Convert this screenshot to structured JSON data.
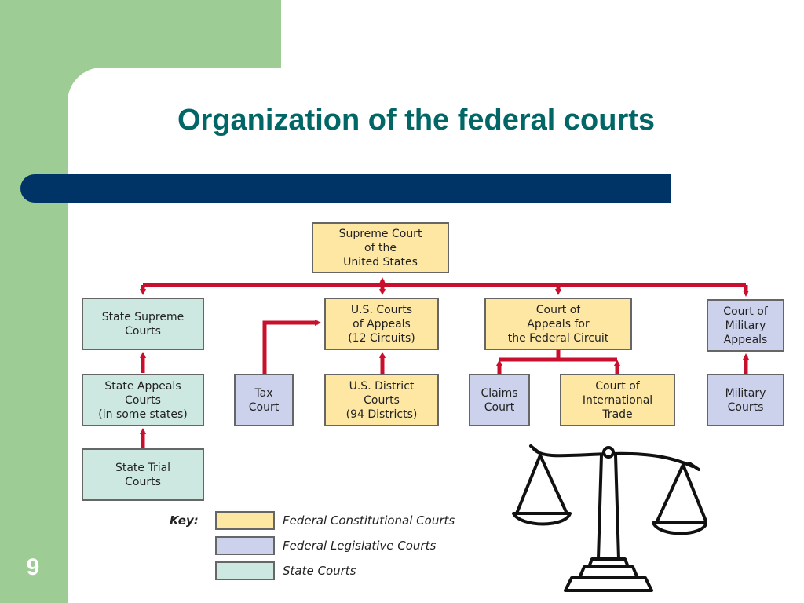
{
  "slide": {
    "title": "Organization of the federal courts",
    "number": "9"
  },
  "colors": {
    "slide_green": "#9dcc95",
    "title_teal": "#006666",
    "bar_navy": "#003366",
    "connector_red": "#c8102e",
    "constitutional_fill": "#fde7a3",
    "legislative_fill": "#cdd2ec",
    "state_fill": "#cde8e1"
  },
  "courts": {
    "supreme": "Supreme Court\nof the\nUnited States",
    "state_supreme": "State Supreme\nCourts",
    "us_appeals": "U.S. Courts\nof Appeals\n(12 Circuits)",
    "federal_circuit": "Court of\nAppeals for\nthe Federal Circuit",
    "military_appeals": "Court of\nMilitary\nAppeals",
    "state_appeals": "State Appeals\nCourts\n(in some states)",
    "tax": "Tax\nCourt",
    "district": "U.S. District\nCourts\n(94 Districts)",
    "claims": "Claims\nCourt",
    "international_trade": "Court of\nInternational\nTrade",
    "military": "Military\nCourts",
    "state_trial": "State Trial\nCourts"
  },
  "key": {
    "label": "Key:",
    "items": [
      {
        "text": "Federal Constitutional Courts",
        "color": "#fde7a3"
      },
      {
        "text": "Federal Legislative Courts",
        "color": "#cdd2ec"
      },
      {
        "text": "State Courts",
        "color": "#cde8e1"
      }
    ]
  },
  "decoration": {
    "icon": "scales-of-justice-icon"
  }
}
